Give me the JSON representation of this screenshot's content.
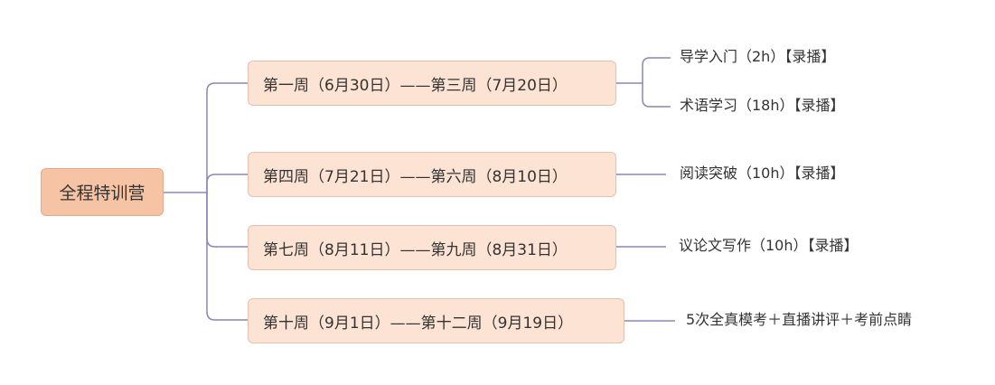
{
  "root": {
    "label": "全程特训营"
  },
  "colors": {
    "line": "#8a85b2",
    "root_fill": "#f6c3a5",
    "node_fill": "#fde3d3"
  },
  "branches": [
    {
      "label": "第一周（6月30日）——第三周（7月20日）",
      "children": [
        "导学入门（2h）【录播】",
        "术语学习（18h）【录播】"
      ]
    },
    {
      "label": "第四周（7月21日）——第六周（8月10日）",
      "children": [
        "阅读突破（10h）【录播】"
      ]
    },
    {
      "label": "第七周（8月11日）——第九周（8月31日）",
      "children": [
        "议论文写作（10h）【录播】"
      ]
    },
    {
      "label": "第十周（9月1日）——第十二周（9月19日）",
      "children": [
        "5次全真模考＋直播讲评＋考前点睛"
      ]
    }
  ]
}
